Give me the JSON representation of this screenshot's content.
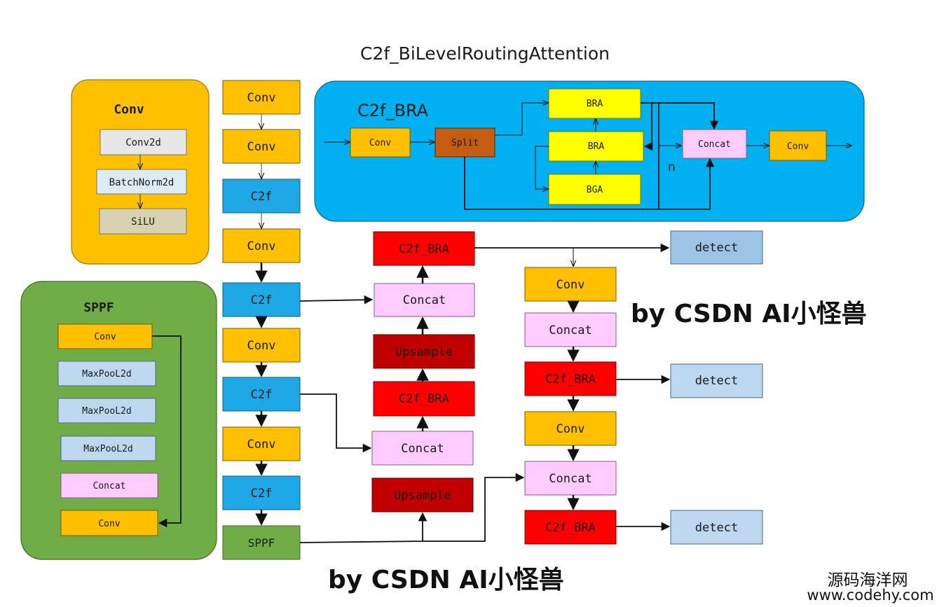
{
  "title": "C2f_BiLevelRoutingAttention",
  "colors": {
    "orange": "#FFC000",
    "blue": "#1EA8E6",
    "green": "#70AD47",
    "pink": "#FFCCFF",
    "red": "#FF0000",
    "darkred": "#C00000",
    "yellow": "#FFFF00",
    "brown": "#C55A11",
    "lightblue": "#BDD7EE",
    "gray": "#E7E6E6",
    "khaki": "#D9D2B0"
  },
  "conv_panel": {
    "title": "Conv",
    "items": [
      "Conv2d",
      "BatchNorm2d",
      "SiLU"
    ]
  },
  "sppf_panel": {
    "title": "SPPF",
    "items": [
      "Conv",
      "MaxPooL2d",
      "MaxPooL2d",
      "MaxPooL2d",
      "Concat",
      "Conv"
    ]
  },
  "backbone": [
    "Conv",
    "Conv",
    "C2f",
    "Conv",
    "C2f",
    "Conv",
    "C2f",
    "Conv",
    "C2f",
    "SPPF"
  ],
  "bra_panel": {
    "title": "C2f_BRA",
    "conv_in": "Conv",
    "split": "Split",
    "bra1": "BRA",
    "bra2": "BRA",
    "bga": "BGA",
    "concat": "Concat",
    "conv_out": "Conv",
    "n_label": "n"
  },
  "neck_mid": [
    "C2f_BRA",
    "Concat",
    "Upsample",
    "C2f_BRA",
    "Concat",
    "Upsample"
  ],
  "neck_right": [
    "Conv",
    "Concat",
    "C2f_BRA",
    "Conv",
    "Concat",
    "C2f_BRA"
  ],
  "detect": [
    "detect",
    "detect",
    "detect"
  ],
  "watermark": "by CSDN AI小怪兽",
  "site_name": "源码海洋网",
  "site_url": "www.codehy.com"
}
